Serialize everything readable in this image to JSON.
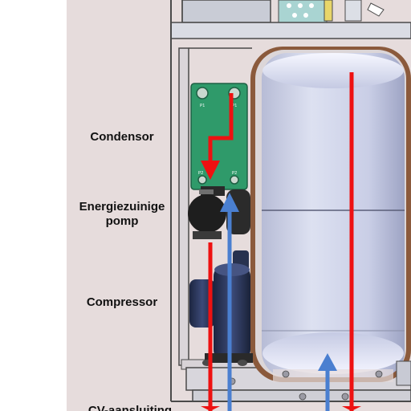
{
  "labels": {
    "condensor": "Condensor",
    "pump_line1": "Energiezuinige",
    "pump_line2": "pomp",
    "compressor": "Compressor",
    "cv_connection": "CV-aansluiting"
  },
  "colors": {
    "panel_bg": "#e6dcdc",
    "flow_hot": "#ee1111",
    "flow_cold": "#4a7fd0",
    "condensor": "#2f9a6a",
    "tank_body": "#d2d7ec",
    "tank_rim": "#8b5a3c",
    "cabinet_line": "#4a4a4a"
  },
  "icons": [
    "condensor-plate",
    "circulation-pump",
    "compressor-unit",
    "buffer-tank",
    "flow-arrow-hot",
    "flow-arrow-cold"
  ]
}
